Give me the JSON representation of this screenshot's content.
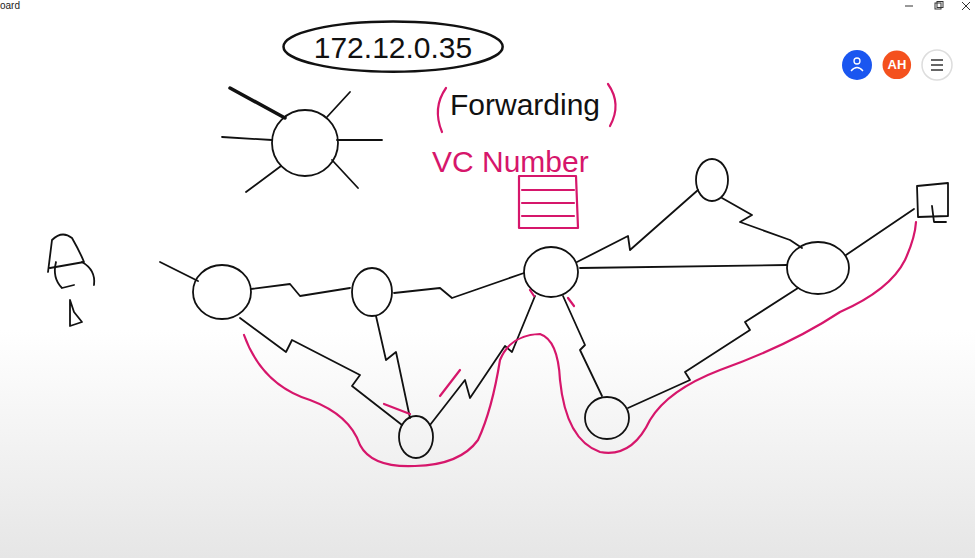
{
  "diagram": {
    "nodes": [
      {
        "text": [
          "172.12.0.35"
        ]
      },
      {
        "text": [
          "AH"
        ]
      }
    ],
    "labels": [
      "oard",
      "Forwarding",
      "VC Number"
    ]
  }
}
